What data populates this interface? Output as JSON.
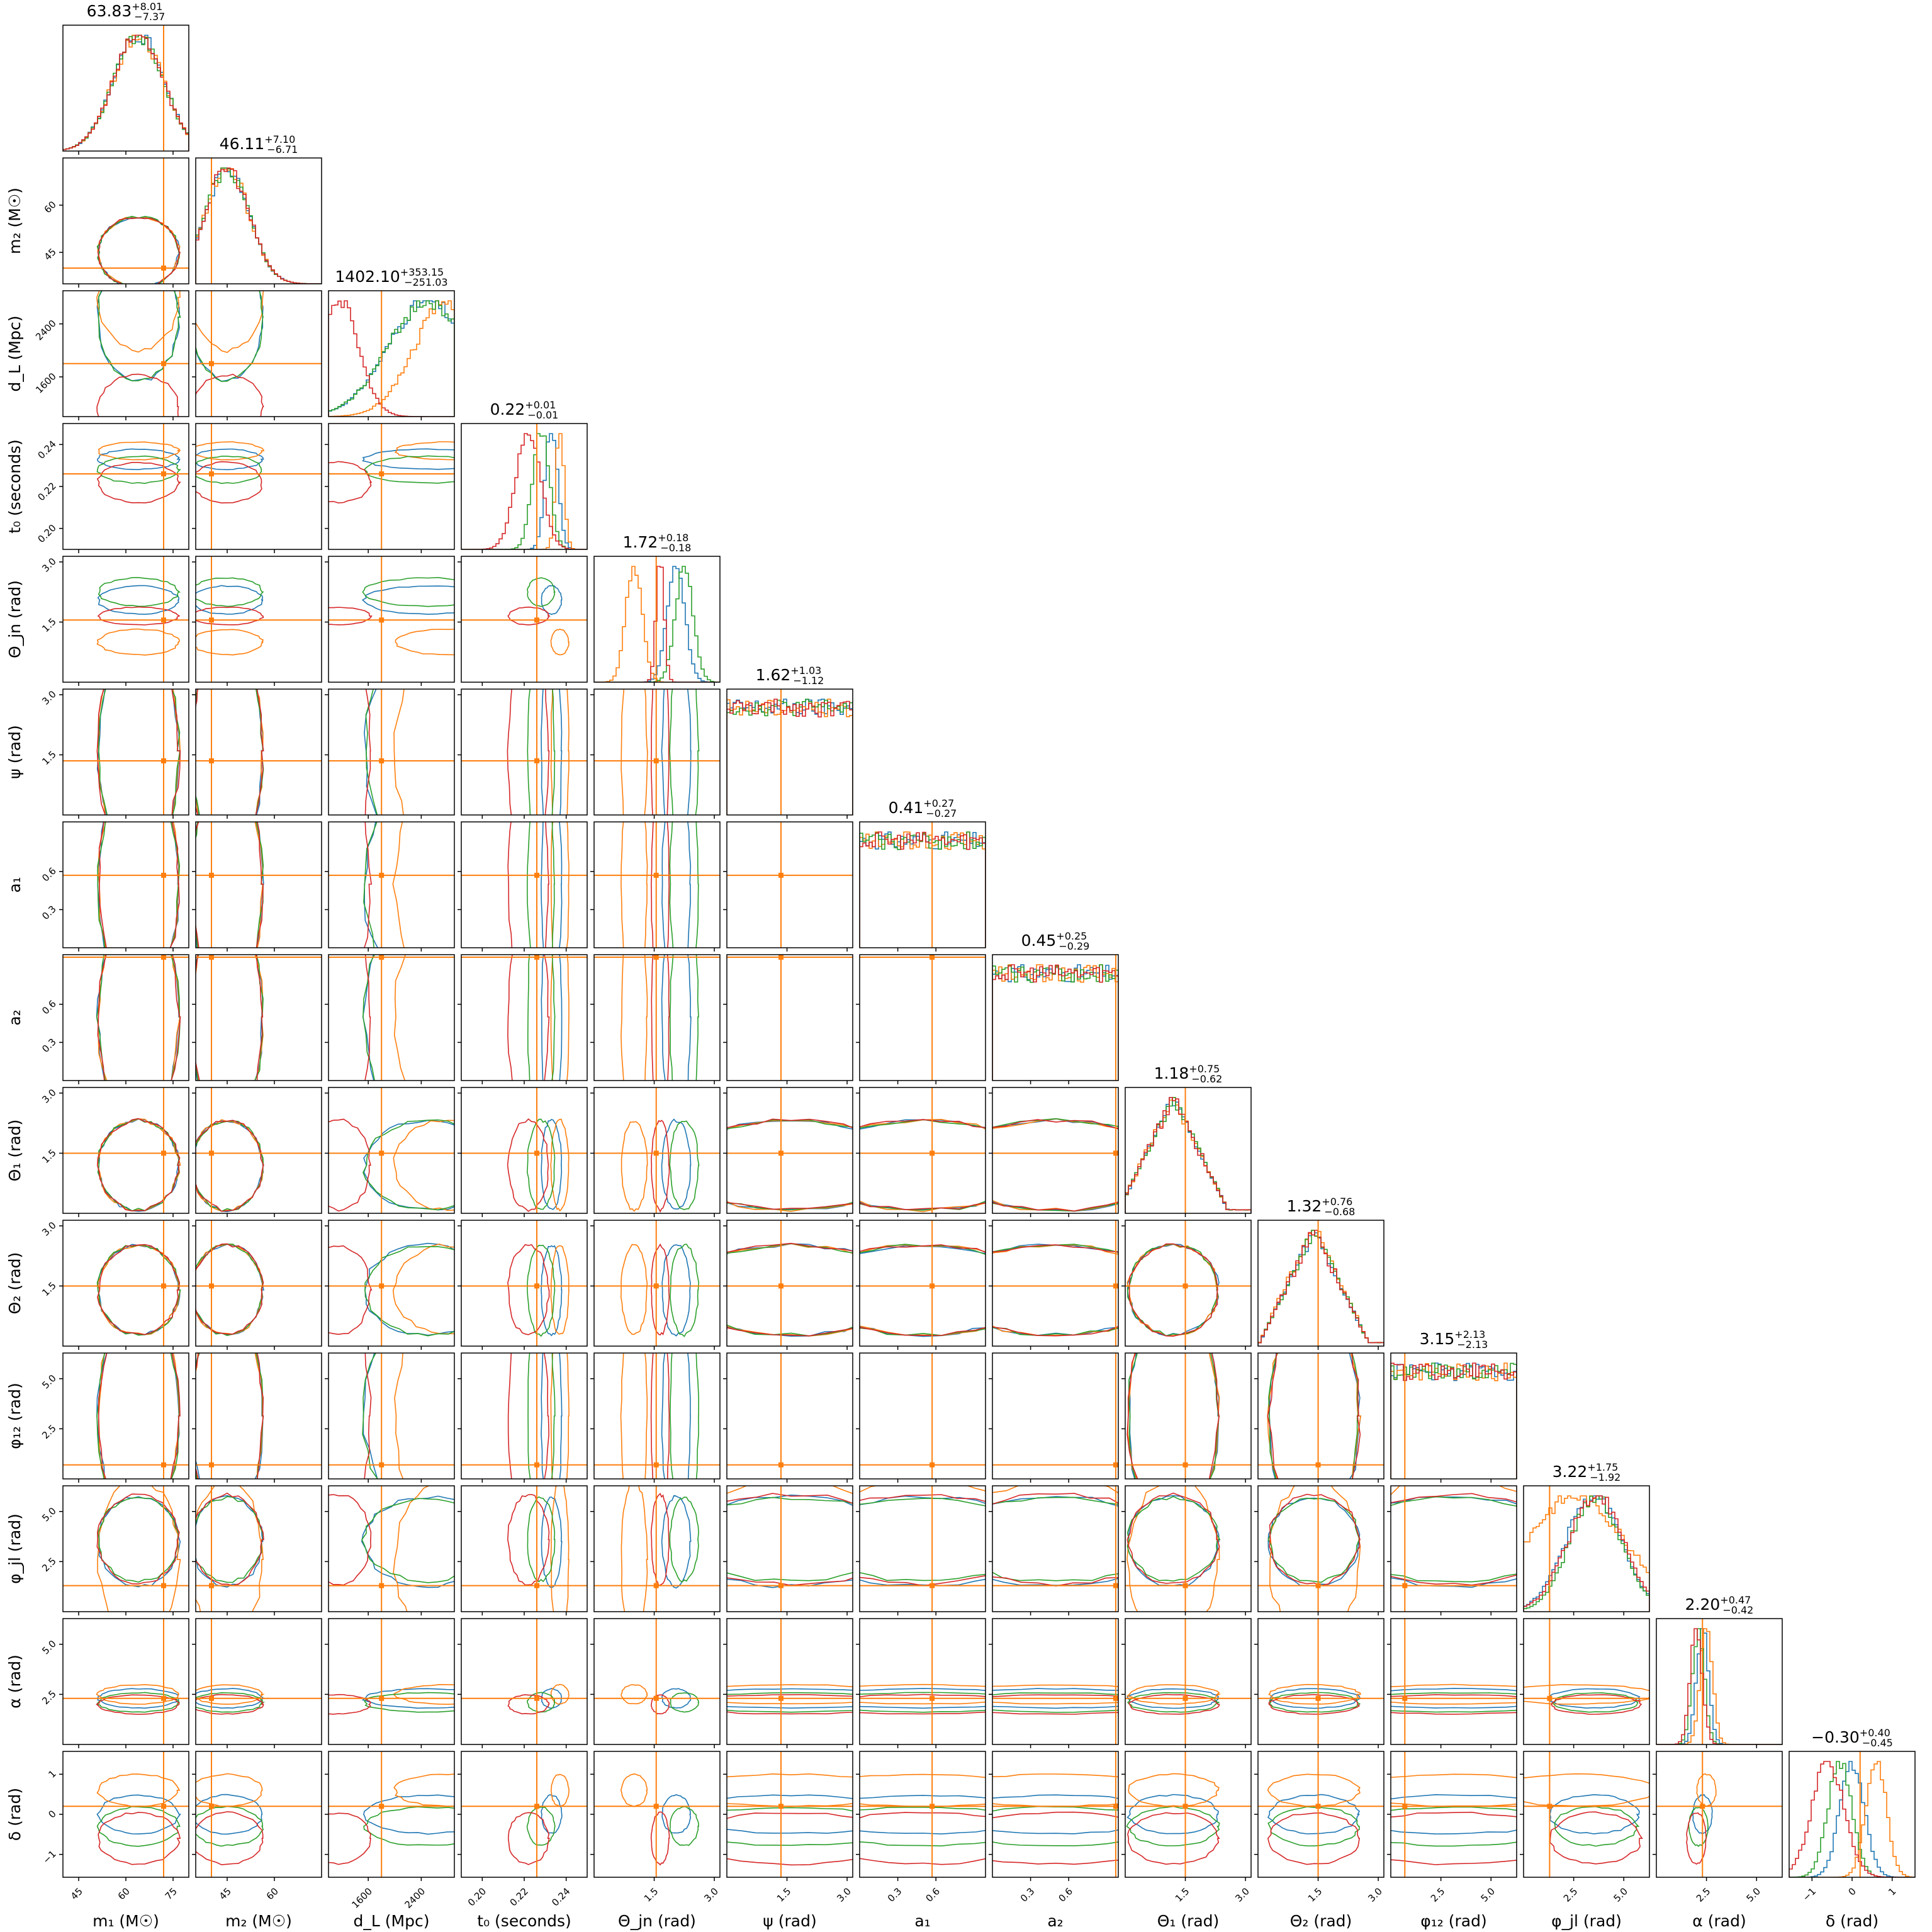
{
  "chart_data": {
    "type": "corner",
    "colors": {
      "series_1": "#1f77b4",
      "series_2": "#ff7f0e",
      "series_3": "#2ca02c",
      "series_4": "#d62728",
      "truth": "#ff7f0e"
    },
    "series_colors": [
      "#1f77b4",
      "#ff7f0e",
      "#2ca02c",
      "#d62728"
    ],
    "parameters": [
      {
        "key": "m1",
        "label": "m₁ (M☉)",
        "title": {
          "value": "63.83",
          "plus": "+8.01",
          "minus": "−7.37"
        },
        "range": [
          40,
          80
        ],
        "ticks": [
          45,
          60,
          75
        ],
        "tick_labels": [
          "45",
          "60",
          "75"
        ],
        "truth": 72,
        "peaks": [
          64,
          64,
          64,
          64
        ],
        "widths": [
          8,
          8,
          8,
          8
        ],
        "hist_shape": "gauss"
      },
      {
        "key": "m2",
        "label": "m₂ (M☉)",
        "title": {
          "value": "46.11",
          "plus": "+7.10",
          "minus": "−6.71"
        },
        "range": [
          35,
          75
        ],
        "ticks": [
          45,
          60
        ],
        "tick_labels": [
          "45",
          "60"
        ],
        "truth": 40,
        "peaks": [
          45,
          45,
          45,
          45
        ],
        "widths": [
          7,
          7,
          7,
          7
        ],
        "hist_shape": "gauss"
      },
      {
        "key": "dL",
        "label": "d_L (Mpc)",
        "title": {
          "value": "1402.10",
          "plus": "+353.15",
          "minus": "−251.03"
        },
        "range": [
          1000,
          2900
        ],
        "ticks": [
          1600,
          2400
        ],
        "tick_labels": [
          "1600",
          "2400"
        ],
        "truth": 1800,
        "peaks": [
          2500,
          2800,
          2500,
          1150
        ],
        "widths": [
          600,
          500,
          600,
          300
        ],
        "hist_shape": "gauss"
      },
      {
        "key": "t0",
        "label": "t₀ (seconds)",
        "title": {
          "value": "0.22",
          "plus": "+0.01",
          "minus": "−0.01"
        },
        "range": [
          0.19,
          0.25
        ],
        "ticks": [
          0.2,
          0.22,
          0.24
        ],
        "tick_labels": [
          "0.20",
          "0.22",
          "0.24"
        ],
        "truth": 0.226,
        "peaks": [
          0.233,
          0.237,
          0.228,
          0.222
        ],
        "widths": [
          0.003,
          0.002,
          0.004,
          0.006
        ],
        "hist_shape": "gauss"
      },
      {
        "key": "thetajn",
        "label": "Θ_jn (rad)",
        "title": {
          "value": "1.72",
          "plus": "+0.18",
          "minus": "−0.18"
        },
        "range": [
          0.0,
          3.14
        ],
        "ticks": [
          1.5,
          3.0
        ],
        "tick_labels": [
          "1.5",
          "3.0"
        ],
        "truth": 1.55,
        "peaks": [
          2.05,
          1.0,
          2.25,
          1.65
        ],
        "widths": [
          0.22,
          0.2,
          0.22,
          0.1
        ],
        "hist_shape": "gauss"
      },
      {
        "key": "psi",
        "label": "ψ (rad)",
        "title": {
          "value": "1.62",
          "plus": "+1.03",
          "minus": "−1.12"
        },
        "range": [
          0.0,
          3.14
        ],
        "ticks": [
          1.5,
          3.0
        ],
        "tick_labels": [
          "1.5",
          "3.0"
        ],
        "truth": 1.35,
        "peaks": [
          1.6,
          1.6,
          1.6,
          1.6
        ],
        "widths": [
          3,
          3,
          3,
          3
        ],
        "hist_shape": "flat"
      },
      {
        "key": "a1",
        "label": "a₁",
        "title": {
          "value": "0.41",
          "plus": "+0.27",
          "minus": "−0.27"
        },
        "range": [
          0.0,
          0.99
        ],
        "ticks": [
          0.3,
          0.6
        ],
        "tick_labels": [
          "0.3",
          "0.6"
        ],
        "truth": 0.57,
        "peaks": [
          0.5,
          0.5,
          0.5,
          0.5
        ],
        "widths": [
          2,
          2,
          2,
          2
        ],
        "hist_shape": "flat"
      },
      {
        "key": "a2",
        "label": "a₂",
        "title": {
          "value": "0.45",
          "plus": "+0.25",
          "minus": "−0.29"
        },
        "range": [
          0.0,
          0.99
        ],
        "ticks": [
          0.3,
          0.6
        ],
        "tick_labels": [
          "0.3",
          "0.6"
        ],
        "truth": 0.97,
        "peaks": [
          0.5,
          0.5,
          0.5,
          0.5
        ],
        "widths": [
          2,
          2,
          2,
          2
        ],
        "hist_shape": "flat"
      },
      {
        "key": "theta1",
        "label": "Θ₁ (rad)",
        "title": {
          "value": "1.18",
          "plus": "+0.75",
          "minus": "−0.62"
        },
        "range": [
          0.0,
          3.14
        ],
        "ticks": [
          1.5,
          3.0
        ],
        "tick_labels": [
          "1.5",
          "3.0"
        ],
        "truth": 1.5,
        "peaks": [
          1.2,
          1.2,
          1.2,
          1.2
        ],
        "widths": [
          0.7,
          0.7,
          0.7,
          0.7
        ],
        "hist_shape": "tri"
      },
      {
        "key": "theta2",
        "label": "Θ₂ (rad)",
        "title": {
          "value": "1.32",
          "plus": "+0.76",
          "minus": "−0.68"
        },
        "range": [
          0.0,
          3.14
        ],
        "ticks": [
          1.5,
          3.0
        ],
        "tick_labels": [
          "1.5",
          "3.0"
        ],
        "truth": 1.5,
        "peaks": [
          1.4,
          1.4,
          1.4,
          1.4
        ],
        "widths": [
          0.7,
          0.7,
          0.7,
          0.7
        ],
        "hist_shape": "tri"
      },
      {
        "key": "phi12",
        "label": "φ₁₂ (rad)",
        "title": {
          "value": "3.15",
          "plus": "+2.13",
          "minus": "−2.13"
        },
        "range": [
          0.0,
          6.28
        ],
        "ticks": [
          2.5,
          5.0
        ],
        "tick_labels": [
          "2.5",
          "5.0"
        ],
        "truth": 0.7,
        "peaks": [
          3.14,
          3.14,
          3.14,
          3.14
        ],
        "widths": [
          9,
          9,
          9,
          9
        ],
        "hist_shape": "flat"
      },
      {
        "key": "phijl",
        "label": "φ_jl (rad)",
        "title": {
          "value": "3.22",
          "plus": "+1.75",
          "minus": "−1.92"
        },
        "range": [
          0.0,
          6.28
        ],
        "ticks": [
          2.5,
          5.0
        ],
        "tick_labels": [
          "2.5",
          "5.0"
        ],
        "truth": 1.3,
        "peaks": [
          3.5,
          2.6,
          3.6,
          3.6
        ],
        "widths": [
          1.4,
          2.5,
          1.3,
          1.4
        ],
        "hist_shape": "gauss"
      },
      {
        "key": "alpha",
        "label": "α (rad)",
        "title": {
          "value": "2.20",
          "plus": "+0.47",
          "minus": "−0.42"
        },
        "range": [
          0.0,
          6.28
        ],
        "ticks": [
          2.5,
          5.0
        ],
        "tick_labels": [
          "2.5",
          "5.0"
        ],
        "truth": 2.3,
        "peaks": [
          2.3,
          2.5,
          2.1,
          2.0
        ],
        "widths": [
          0.3,
          0.3,
          0.3,
          0.3
        ],
        "hist_shape": "gauss"
      },
      {
        "key": "delta",
        "label": "δ (rad)",
        "title": {
          "value": "−0.30",
          "plus": "+0.40",
          "minus": "−0.45"
        },
        "range": [
          -1.57,
          1.57
        ],
        "ticks": [
          -1,
          0,
          1
        ],
        "tick_labels": [
          "−1",
          "0",
          "1"
        ],
        "truth": 0.2,
        "peaks": [
          0.0,
          0.6,
          -0.3,
          -0.6
        ],
        "widths": [
          0.3,
          0.25,
          0.3,
          0.4
        ],
        "hist_shape": "gauss"
      }
    ]
  }
}
